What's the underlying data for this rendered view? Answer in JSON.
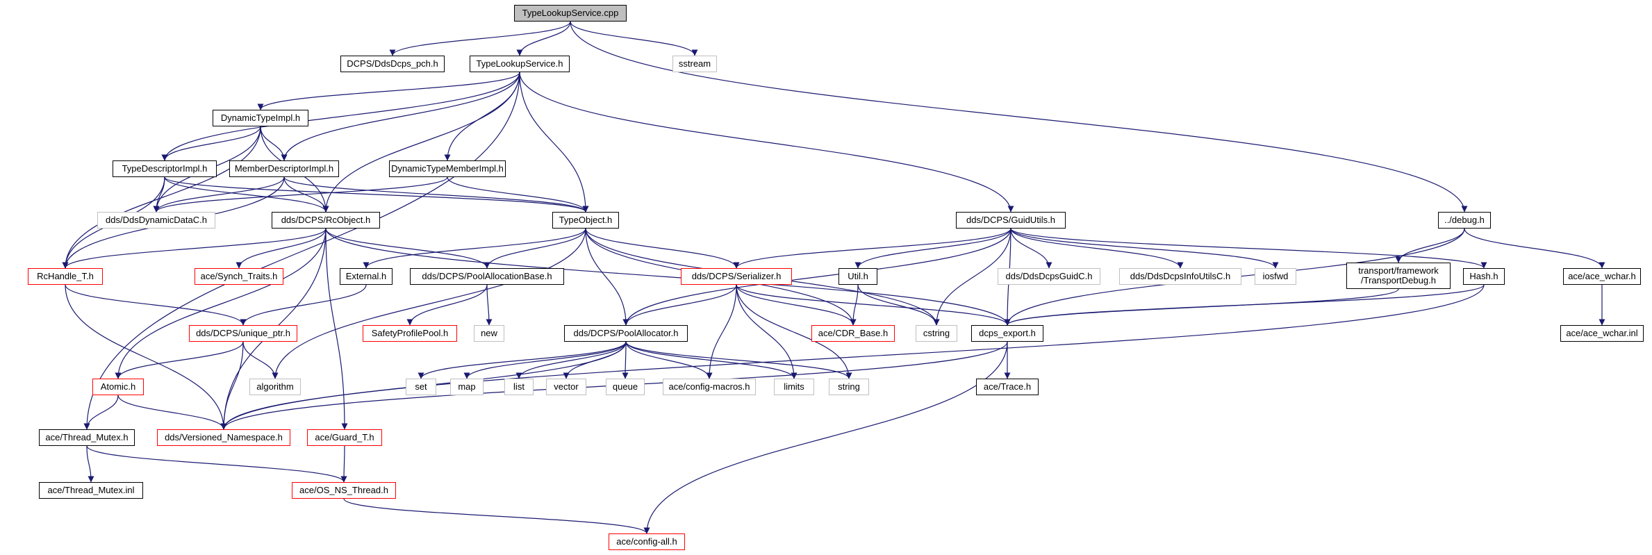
{
  "edge_color": "#191970",
  "node_border_colors": {
    "default": "#000000",
    "truncated": "#ff0000",
    "external": "#bfbfbf"
  },
  "root_fill": "#bfbfbf",
  "nodes": {
    "root": "TypeLookupService.cpp",
    "pch": "DCPS/DdsDcps_pch.h",
    "tls_h": "TypeLookupService.h",
    "sstream": "sstream",
    "dti": "DynamicTypeImpl.h",
    "tdi": "TypeDescriptorImpl.h",
    "mdi": "MemberDescriptorImpl.h",
    "dtmi": "DynamicTypeMemberImpl.h",
    "ddc": "dds/DdsDynamicDataC.h",
    "rcobject": "dds/DCPS/RcObject.h",
    "typeobject": "TypeObject.h",
    "guidutils": "dds/DCPS/GuidUtils.h",
    "debug": "../debug.h",
    "rchandle": "RcHandle_T.h",
    "synch": "ace/Synch_Traits.h",
    "external": "External.h",
    "poolallocbase": "dds/DCPS/PoolAllocationBase.h",
    "serializer": "dds/DCPS/Serializer.h",
    "util": "Util.h",
    "guidc": "dds/DdsDcpsGuidC.h",
    "infoutils": "dds/DdsDcpsInfoUtilsC.h",
    "iosfwd": "iosfwd",
    "transportdebug": "transport/framework /TransportDebug.h",
    "hash": "Hash.h",
    "acewchar": "ace/ace_wchar.h",
    "acewcharinl": "ace/ace_wchar.inl",
    "uniqueptr": "dds/DCPS/unique_ptr.h",
    "safetyprofile": "SafetyProfilePool.h",
    "new": "new",
    "poolallocator": "dds/DCPS/PoolAllocator.h",
    "cdrbase": "ace/CDR_Base.h",
    "cstring": "cstring",
    "dcpsexport": "dcps_export.h",
    "atomic": "Atomic.h",
    "algorithm": "algorithm",
    "set": "set",
    "map": "map",
    "list": "list",
    "vector": "vector",
    "queue": "queue",
    "configmacros": "ace/config-macros.h",
    "limits": "limits",
    "string": "string",
    "acetrace": "ace/Trace.h",
    "threadmutex": "ace/Thread_Mutex.h",
    "versioned": "dds/Versioned_Namespace.h",
    "guard": "ace/Guard_T.h",
    "threadmutexinl": "ace/Thread_Mutex.inl",
    "osns": "ace/OS_NS_Thread.h",
    "configall": "ace/config-all.h"
  }
}
